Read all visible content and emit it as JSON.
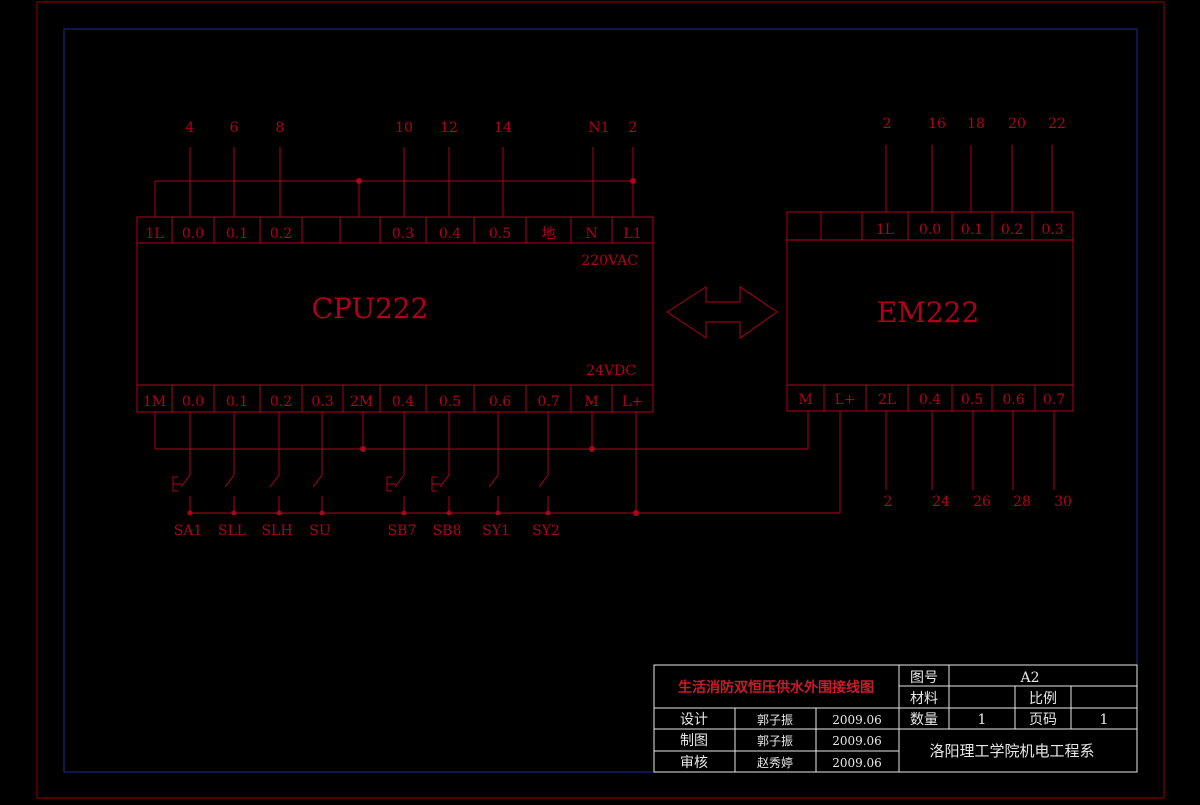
{
  "colors": {
    "wire": "#b0001c",
    "frame": "#9a0000",
    "inner_frame": "#1b2a9c",
    "title_block_line": "#e8e8e8",
    "background": "#000000"
  },
  "cpu": {
    "name": "CPU222",
    "top_terminals": [
      "1L",
      "0.0",
      "0.1",
      "0.2",
      "",
      "",
      "0.3",
      "0.4",
      "0.5",
      "地",
      "N",
      "L1"
    ],
    "bottom_terminals": [
      "1M",
      "0.0",
      "0.1",
      "0.2",
      "0.3",
      "2M",
      "0.4",
      "0.5",
      "0.6",
      "0.7",
      "M",
      "L+"
    ],
    "top_wire_numbers": [
      "4",
      "6",
      "8",
      "10",
      "12",
      "14",
      "N1",
      "2"
    ],
    "ac_label": "220VAC",
    "dc_label": "24VDC"
  },
  "em": {
    "name": "EM222",
    "top_terminals": [
      "",
      "",
      "1L",
      "0.0",
      "0.1",
      "0.2",
      "0.3"
    ],
    "bottom_terminals": [
      "M",
      "L+",
      "2L",
      "0.4",
      "0.5",
      "0.6",
      "0.7"
    ],
    "top_wire_numbers": [
      "2",
      "16",
      "18",
      "20",
      "22"
    ],
    "bottom_wire_numbers": [
      "2",
      "24",
      "26",
      "28",
      "30"
    ]
  },
  "switches": [
    "SA1",
    "SLL",
    "SLH",
    "SU",
    "SB7",
    "SB8",
    "SY1",
    "SY2"
  ],
  "title_block": {
    "drawing_title": "生活消防双恒压供水外围接线图",
    "drawing_no_label": "图号",
    "drawing_no": "A2",
    "material_label": "材料",
    "scale_label": "比例",
    "quantity_label": "数量",
    "quantity": "1",
    "page_label": "页码",
    "page": "1",
    "design_label": "设计",
    "designer": "郭子振",
    "design_date": "2009.06",
    "drafting_label": "制图",
    "drafter": "郭子振",
    "drafting_date": "2009.06",
    "review_label": "审核",
    "reviewer": "赵秀婷",
    "review_date": "2009.06",
    "institution": "洛阳理工学院机电工程系"
  }
}
